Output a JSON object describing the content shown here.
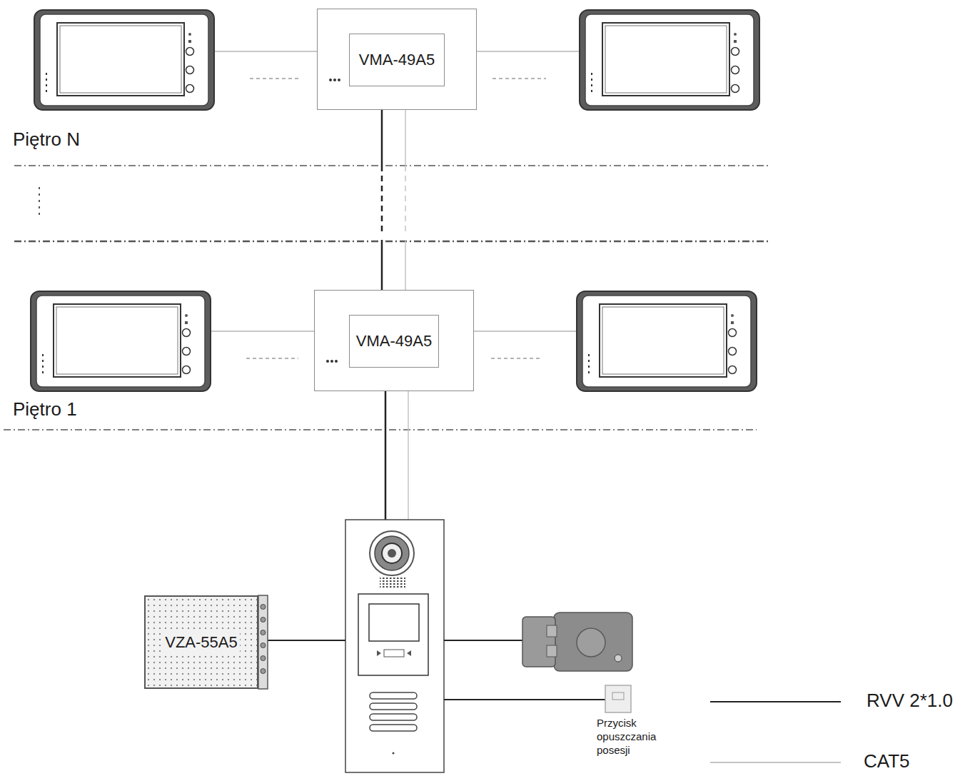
{
  "diagram": {
    "nodes": [
      {
        "text": [
          "VMA-49A5"
        ]
      },
      {
        "text": [
          "VMA-49A5"
        ]
      },
      {
        "text": [
          "VZA-55A5"
        ]
      },
      {
        "text": [
          "Przycisk opuszczania posesji"
        ]
      }
    ],
    "edges": [
      {
        "from": 0,
        "to": 1,
        "arrow": "none"
      },
      {
        "from": 0,
        "to": 1,
        "arrow": "none"
      }
    ],
    "labels": [
      "Piętro N",
      "Piętro 1"
    ],
    "legend": [
      {
        "text": "RVV 2*1.0"
      },
      {
        "text": "CAT5"
      }
    ]
  }
}
